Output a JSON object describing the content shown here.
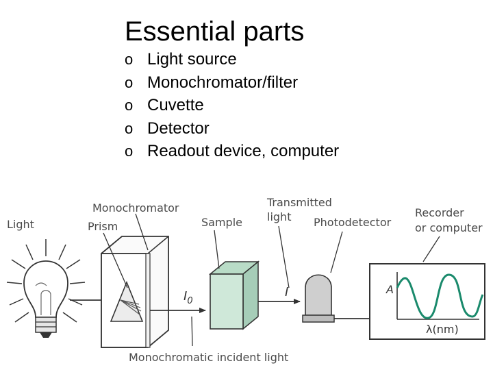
{
  "slide": {
    "title": "Essential parts",
    "bullet_marker": "o",
    "bullets": [
      "Light source",
      "Monochromator/filter",
      "Cuvette",
      "Detector",
      "Readout device, computer"
    ]
  },
  "diagram": {
    "labels": {
      "light": "Light",
      "monochromator": "Monochromator",
      "prism": "Prism",
      "sample": "Sample",
      "transmitted_1": "Transmitted",
      "transmitted_2": "light",
      "photodetector": "Photodetector",
      "recorder_1": "Recorder",
      "recorder_2": "or computer",
      "i0_main": "I",
      "i0_sub": "0",
      "i": "I",
      "absorbance": "A",
      "wavelength": "λ(nm)",
      "incident": "Monochromatic incident light"
    },
    "colors": {
      "sample_face": "#cfe8d9",
      "sample_side": "#a6cdb8",
      "detector_fill": "#cfcfcf",
      "trace": "#1a8a6c",
      "line": "#333333"
    }
  }
}
